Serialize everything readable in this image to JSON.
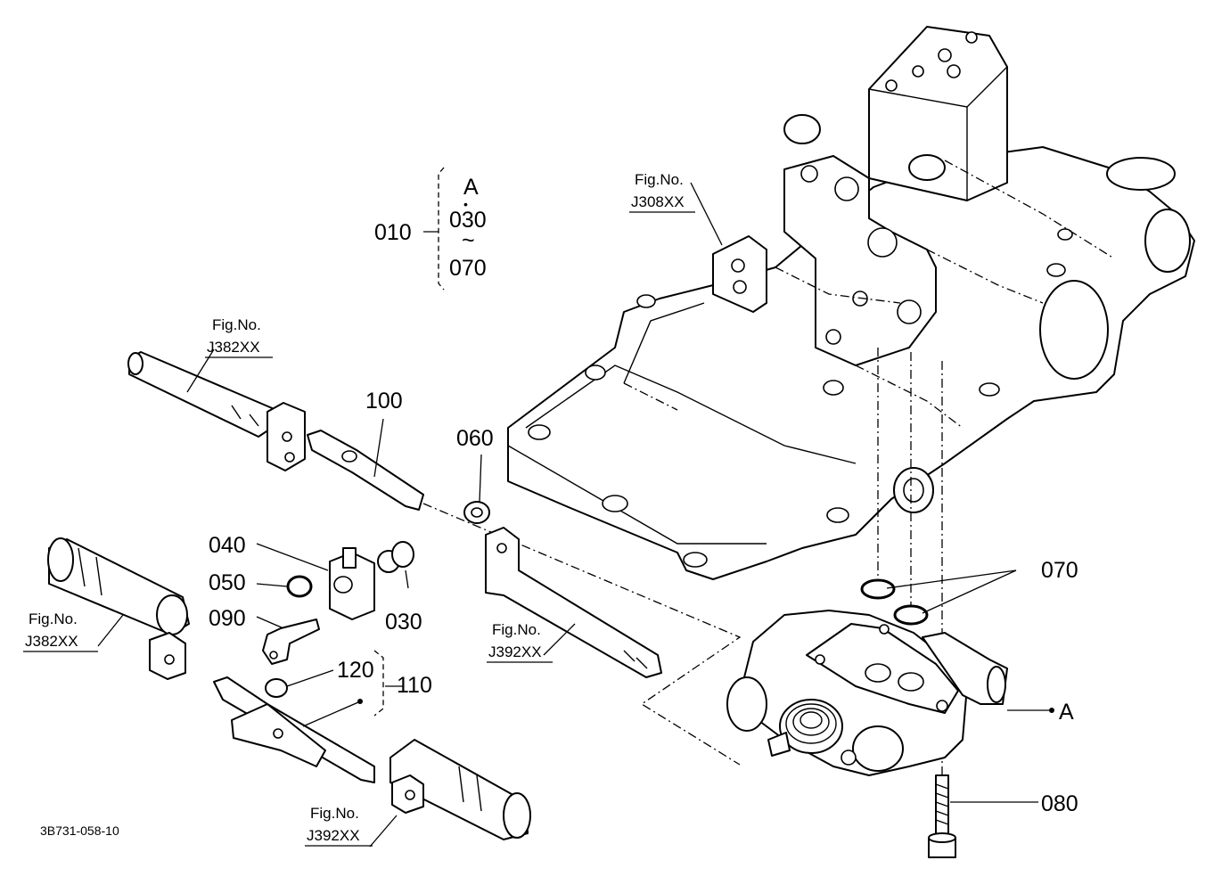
{
  "labels": {
    "p010": "010",
    "p030_top": "030",
    "p070_top": "070",
    "range_a": "A",
    "range_dot": "•",
    "range_tilde": "~",
    "p100": "100",
    "p060": "060",
    "p040": "040",
    "p050": "050",
    "p030": "030",
    "p090": "090",
    "p120": "120",
    "p110": "110",
    "p070": "070",
    "p080": "080",
    "a_marker": "A"
  },
  "fig_refs": {
    "j308": {
      "line1": "Fig.No.",
      "line2": "J308XX"
    },
    "j382_top": {
      "line1": "Fig.No.",
      "line2": "J382XX"
    },
    "j382_left": {
      "line1": "Fig.No.",
      "line2": "J382XX"
    },
    "j392_mid": {
      "line1": "Fig.No.",
      "line2": "J392XX"
    },
    "j392_bottom": {
      "line1": "Fig.No.",
      "line2": "J392XX"
    }
  },
  "drawing_code": "3B731-058-10"
}
